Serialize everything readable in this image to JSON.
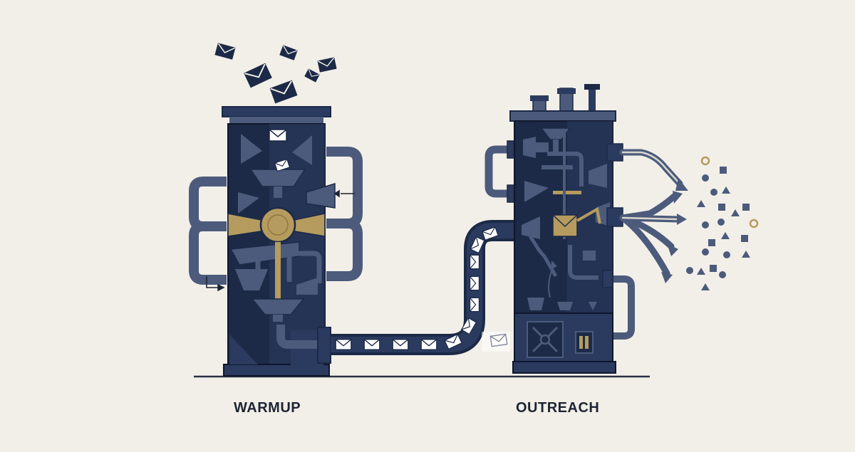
{
  "labels": {
    "warmup": "WARMUP",
    "outreach": "OUTREACH"
  },
  "colors": {
    "background": "#f2efe8",
    "navy_dark": "#1c2a47",
    "navy_mid": "#2b3a5f",
    "slate": "#4c5b7c",
    "gold": "#b59b5e",
    "envelope": "#ffffff",
    "ground": "#2a3145"
  },
  "icons": [
    "envelope-icon",
    "circle-particle",
    "square-particle",
    "triangle-particle"
  ]
}
